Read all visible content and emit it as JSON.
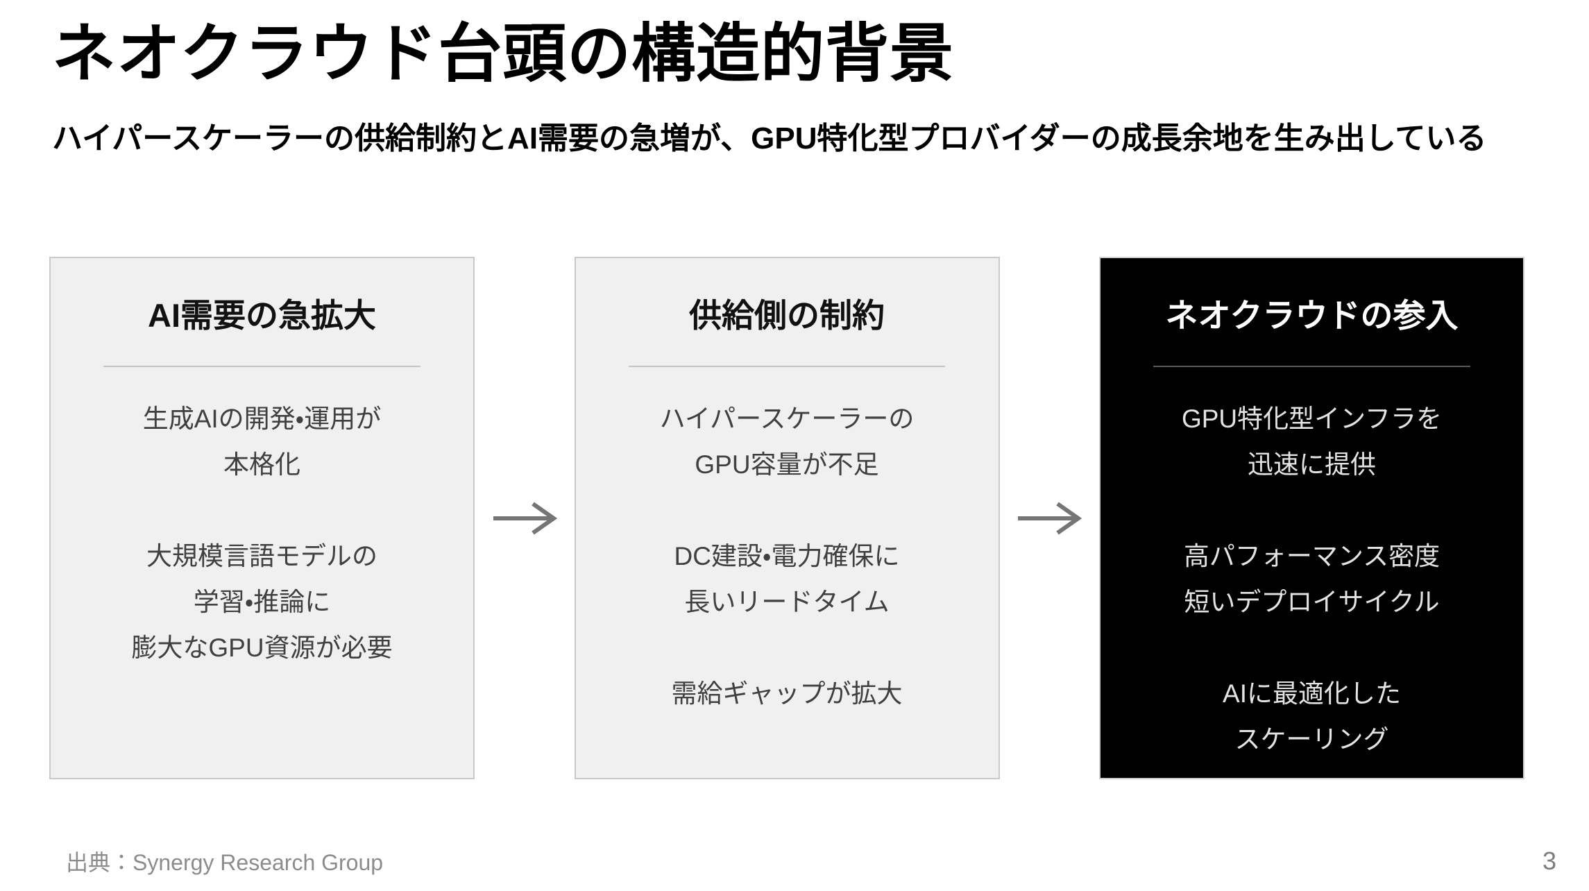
{
  "header": {
    "title": "ネオクラウド台頭の構造的背景",
    "subtitle": "ハイパースケーラーの供給制約とAI需要の急増が、GPU特化型プロバイダーの成長余地を生み出している"
  },
  "cards": [
    {
      "title": "AI需要の急拡大",
      "theme": "light",
      "paragraphs": [
        [
          "生成AIの開発・運用が",
          "本格化"
        ],
        [
          "大規模言語モデルの",
          "学習・推論に",
          "膨大なGPU資源が必要"
        ]
      ]
    },
    {
      "title": "供給側の制約",
      "theme": "light",
      "paragraphs": [
        [
          "ハイパースケーラーの",
          "GPU容量が不足"
        ],
        [
          "DC建設・電力確保に",
          "長いリードタイム"
        ],
        [
          "需給ギャップが拡大"
        ]
      ]
    },
    {
      "title": "ネオクラウドの参入",
      "theme": "dark",
      "paragraphs": [
        [
          "GPU特化型インフラを",
          "迅速に提供"
        ],
        [
          "高パフォーマンス密度",
          "短いデプロイサイクル"
        ],
        [
          "AIに最適化した",
          "スケーリング"
        ]
      ]
    }
  ],
  "icons": {
    "arrow_right": "→"
  },
  "footer": {
    "source": "出典：Synergy Research Group",
    "page_number": "3"
  },
  "colors": {
    "card_light_bg": "#f0f0f0",
    "card_border": "#c9c9c9",
    "card_dark_bg": "#000000",
    "title_text": "#000000",
    "body_text_light_card": "#404040",
    "body_text_dark_card": "#e3e3e3",
    "divider_light_card": "#c3c3c3",
    "divider_dark_card": "#5a5a5a",
    "arrow": "#757575",
    "footer_text": "#8c8c8c"
  }
}
